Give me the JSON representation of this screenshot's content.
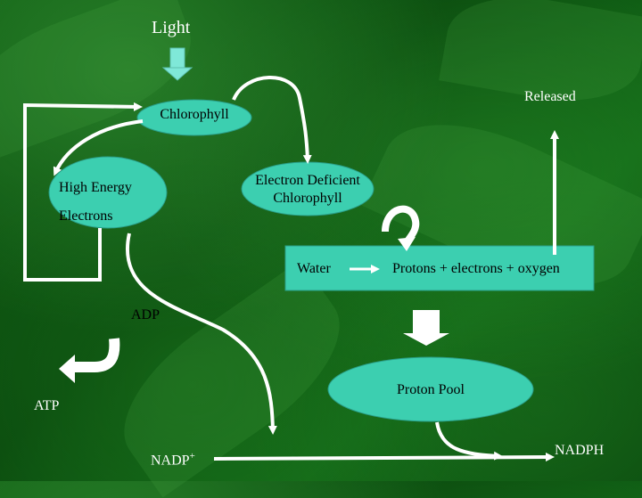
{
  "diagram": {
    "light": "Light",
    "chlorophyll": "Chlorophyll",
    "high_energy": "High Energy",
    "electrons": "Electrons",
    "electron_deficient_line1": "Electron Deficient",
    "electron_deficient_line2": "Chlorophyll",
    "water": "Water",
    "products": "Protons + electrons + oxygen",
    "released": "Released",
    "adp": "ADP",
    "atp": "ATP",
    "proton_pool": "Proton Pool",
    "nadp": "NADP",
    "nadp_sup": "+",
    "nadph": "NADPH"
  },
  "colors": {
    "node_fill": "#3ccfb0",
    "arrow": "#ffffff",
    "light_arrow": "#7fe8d8",
    "background": "#0f5a12"
  }
}
